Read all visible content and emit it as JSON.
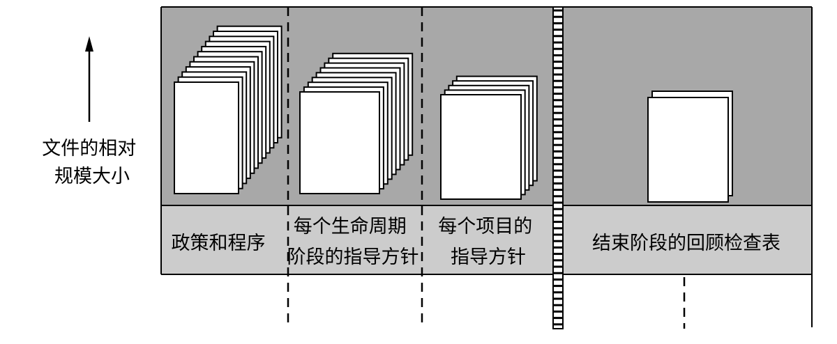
{
  "axis": {
    "label_lines": [
      "文件的相对",
      "规模大小"
    ]
  },
  "columns": [
    {
      "label_lines": [
        "政策和程序"
      ]
    },
    {
      "label_lines": [
        "每个生命周期",
        "阶段的指导方针"
      ]
    },
    {
      "label_lines": [
        "每个项目的",
        "指导方针"
      ]
    },
    {
      "label_lines": [
        "结束阶段的回顾检查表"
      ]
    }
  ],
  "relative_stack_size": [
    12,
    9,
    5,
    2
  ],
  "colors": {
    "panel": "#a8a8a8",
    "label_band": "#cccccc",
    "line": "#000000",
    "page": "#ffffff"
  }
}
